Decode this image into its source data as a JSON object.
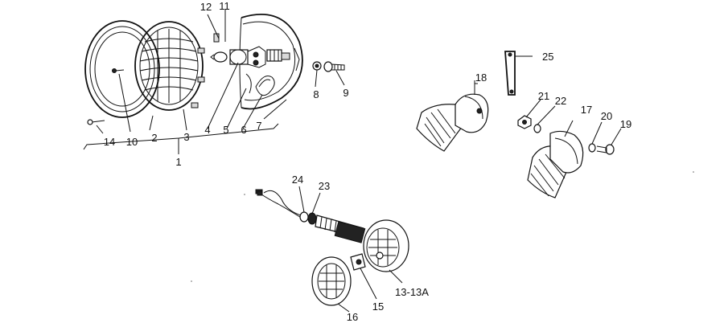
{
  "callouts": {
    "c1": "1",
    "c2": "2",
    "c3": "3",
    "c4": "4",
    "c5": "5",
    "c6": "6",
    "c7": "7",
    "c8": "8",
    "c9": "9",
    "c10": "10",
    "c11": "11",
    "c12": "12",
    "c13": "13-13A",
    "c14": "14",
    "c15": "15",
    "c16": "16",
    "c17": "17",
    "c18": "18",
    "c19": "19",
    "c20": "20",
    "c21": "21",
    "c22": "22",
    "c23": "23",
    "c24": "24",
    "c25": "25"
  }
}
